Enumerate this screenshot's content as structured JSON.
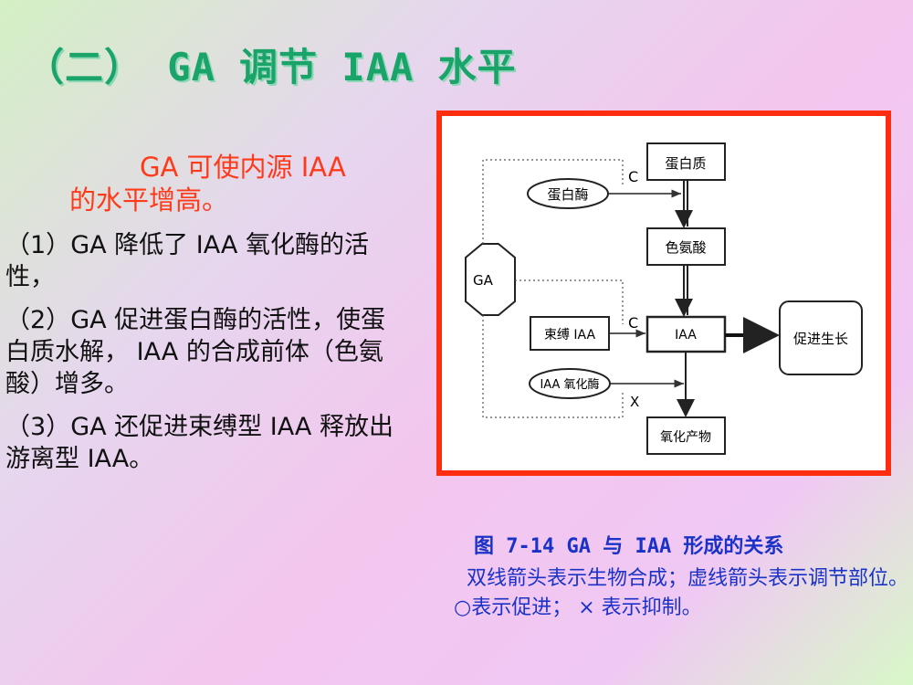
{
  "title": "（二） GA 调节 IAA 水平",
  "lead": {
    "line1": "GA 可使内源 IAA",
    "line2": "的水平增高。"
  },
  "points": [
    {
      "num": "（1）",
      "text": "GA 降低了 IAA 氧化酶的活性，"
    },
    {
      "num": "（2）",
      "text": "GA 促进蛋白酶的活性，使蛋白质水解， IAA 的合成前体（色氨酸）增多。"
    },
    {
      "num": "（3）",
      "text": "GA 还促进束缚型 IAA 释放出游离型 IAA。"
    }
  ],
  "diagram": {
    "nodes": {
      "protein": "蛋白质",
      "protease": "蛋白酶",
      "tryptophan": "色氨酸",
      "ga": "GA",
      "bound_iaa": "束缚 IAA",
      "iaa": "IAA",
      "growth": "促进生长",
      "iaa_oxidase": "IAA 氧化酶",
      "oxidation_product": "氧化产物"
    },
    "marks": {
      "promote": "C",
      "inhibit": "X"
    }
  },
  "caption": {
    "title": "图 7-14 GA 与 IAA 形成的关系",
    "text": "双线箭头表示生物合成；虚线箭头表示调节部位。○表示促进； × 表示抑制。"
  }
}
